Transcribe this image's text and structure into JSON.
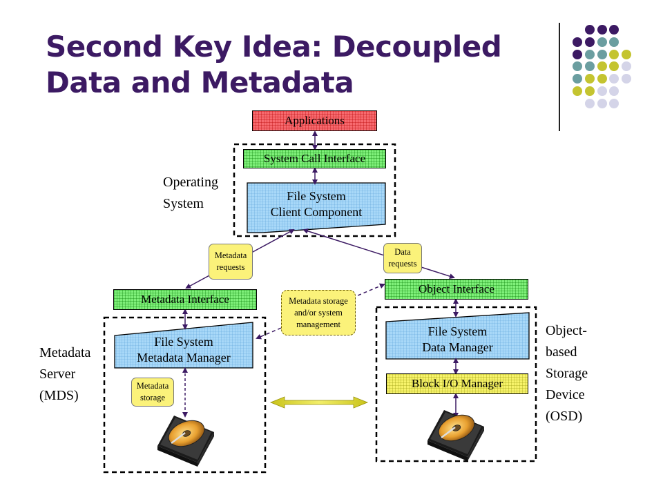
{
  "slide": {
    "title_line1": "Second Key Idea: Decoupled",
    "title_line2": "Data and Metadata"
  },
  "colors": {
    "title": "#3c1a63",
    "accent_purple": "#3c1a63",
    "accent_teal": "#6b9ea0",
    "accent_olive": "#c4c430",
    "accent_lavender": "#d4d4e8",
    "applications": "#f76a6f",
    "interface_green": "#7ff07a",
    "component_blue": "#a8d8f8",
    "block_yellow": "#f7f36a",
    "arrow": "#3c1a63"
  },
  "diagram": {
    "applications": "Applications",
    "system_call_interface": "System Call Interface",
    "fs_client_line1": "File System",
    "fs_client_line2": "Client Component",
    "os_label_line1": "Operating",
    "os_label_line2": "System",
    "metadata_requests_line1": "Metadata",
    "metadata_requests_line2": "requests",
    "data_requests_line1": "Data",
    "data_requests_line2": "requests",
    "metadata_interface": "Metadata Interface",
    "object_interface": "Object Interface",
    "mds_storage_note_line1": "Metadata storage",
    "mds_storage_note_line2": "and/or system",
    "mds_storage_note_line3": "management",
    "fs_metadata_line1": "File System",
    "fs_metadata_line2": "Metadata Manager",
    "fs_data_line1": "File System",
    "fs_data_line2": "Data Manager",
    "block_io_manager": "Block I/O Manager",
    "metadata_storage_line1": "Metadata",
    "metadata_storage_line2": "storage",
    "mds_label_line1": "Metadata",
    "mds_label_line2": "Server",
    "mds_label_line3": "(MDS)",
    "osd_label_line1": "Object-",
    "osd_label_line2": "based",
    "osd_label_line3": "Storage",
    "osd_label_line4": "Device",
    "osd_label_line5": "(OSD)",
    "icons": [
      "hard-disk-icon",
      "hard-disk-icon",
      "decorative-dot-grid"
    ]
  }
}
